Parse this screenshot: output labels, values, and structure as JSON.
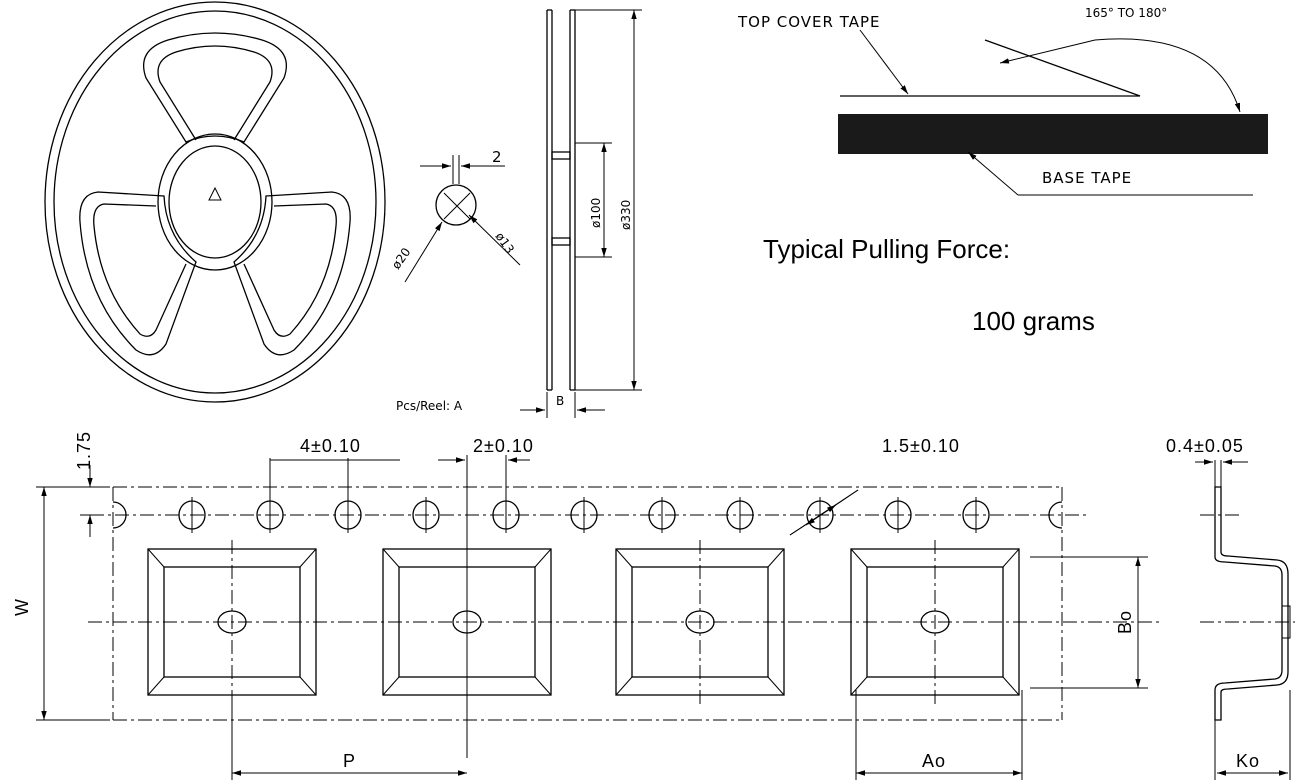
{
  "peel": {
    "top_cover_label": "TOP COVER TAPE",
    "angle_label": "165° TO 180°",
    "base_tape_label": "BASE TAPE",
    "pulling_force_label": "Typical Pulling Force:",
    "pulling_force_value": "100 grams",
    "base_tape_color": "#1a1a1a"
  },
  "reel": {
    "hub_gap": "2",
    "hub_outer_dia": "ø20",
    "hub_inner_dia": "ø13",
    "flange_inner_dia": "ø100",
    "flange_outer_dia": "ø330",
    "pcs_per_reel": "Pcs/Reel: A",
    "width_label": "B"
  },
  "tape": {
    "edge_to_hole": "1.75",
    "hole_pitch": "4±0.10",
    "hole_to_pocket": "2±0.10",
    "hole_dia": "1.5±0.10",
    "width": "W",
    "pocket_pitch": "P",
    "pocket_length": "Ao",
    "pocket_width": "Bo",
    "thickness": "0.4±0.05",
    "pocket_depth": "Ko"
  }
}
